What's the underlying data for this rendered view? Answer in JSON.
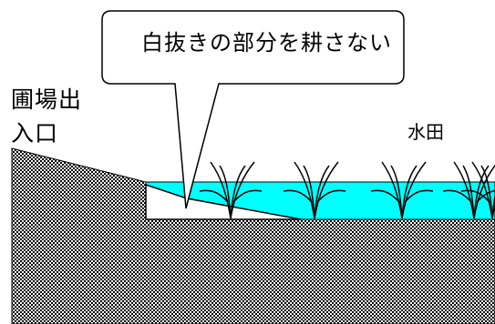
{
  "callout": {
    "text": "白抜きの部分を耕さない"
  },
  "labels": {
    "field_entrance_line1": "圃場出",
    "field_entrance_line2": "入口",
    "paddy_field": "水田"
  },
  "colors": {
    "water": "#00ffff",
    "soil_hatch": "#000000",
    "background": "#ffffff",
    "outline": "#000000"
  },
  "rice_plant_count": 5
}
